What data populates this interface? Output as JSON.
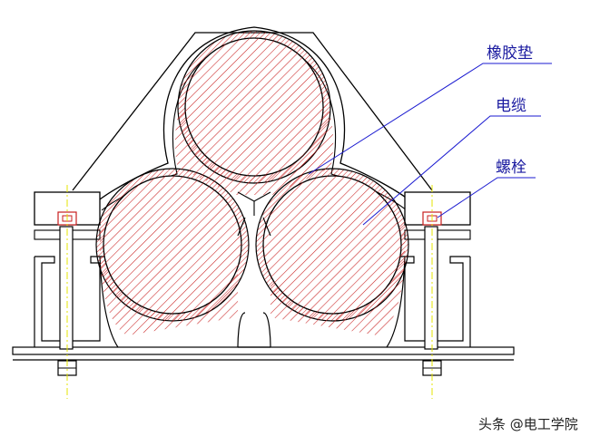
{
  "labels": {
    "rubber_pad": "橡胶垫",
    "cable": "电缆",
    "bolt": "螺栓"
  },
  "watermark": "头条 @电工学院",
  "colors": {
    "outline": "#000000",
    "hatch": "#c81e1e",
    "leader": "#1a1ad0",
    "bolt_center": "#e6e600",
    "label": "#1a1aa0"
  }
}
